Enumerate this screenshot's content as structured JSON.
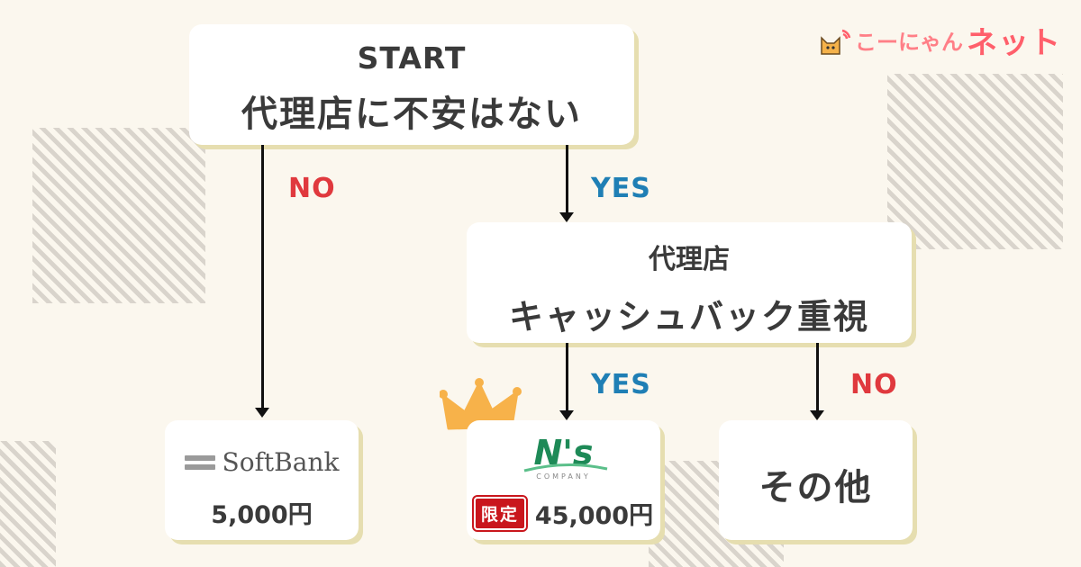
{
  "brand": {
    "text_light": "こーにゃん",
    "text_bold": "ネット",
    "color_light": "#ff7f87",
    "color_bold": "#ff5f6b"
  },
  "start": {
    "heading": "START",
    "question": "代理店に不安はない"
  },
  "q2": {
    "heading": "代理店",
    "question": "キャッシュバック重視"
  },
  "labels": {
    "yes1": "YES",
    "no1": "NO",
    "yes2": "YES",
    "no2": "NO"
  },
  "results": {
    "softbank": {
      "name": "SoftBank",
      "amount": "5,000円"
    },
    "ns": {
      "logo_text": "N's",
      "logo_sub": "COMPANY",
      "badge": "限定",
      "amount": "45,000円"
    },
    "other": {
      "name": "その他"
    }
  },
  "colors": {
    "yes": "#1f7fb5",
    "no": "#e0393e",
    "box_shadow": "#e6deb0",
    "crown": "#f7b24a"
  }
}
